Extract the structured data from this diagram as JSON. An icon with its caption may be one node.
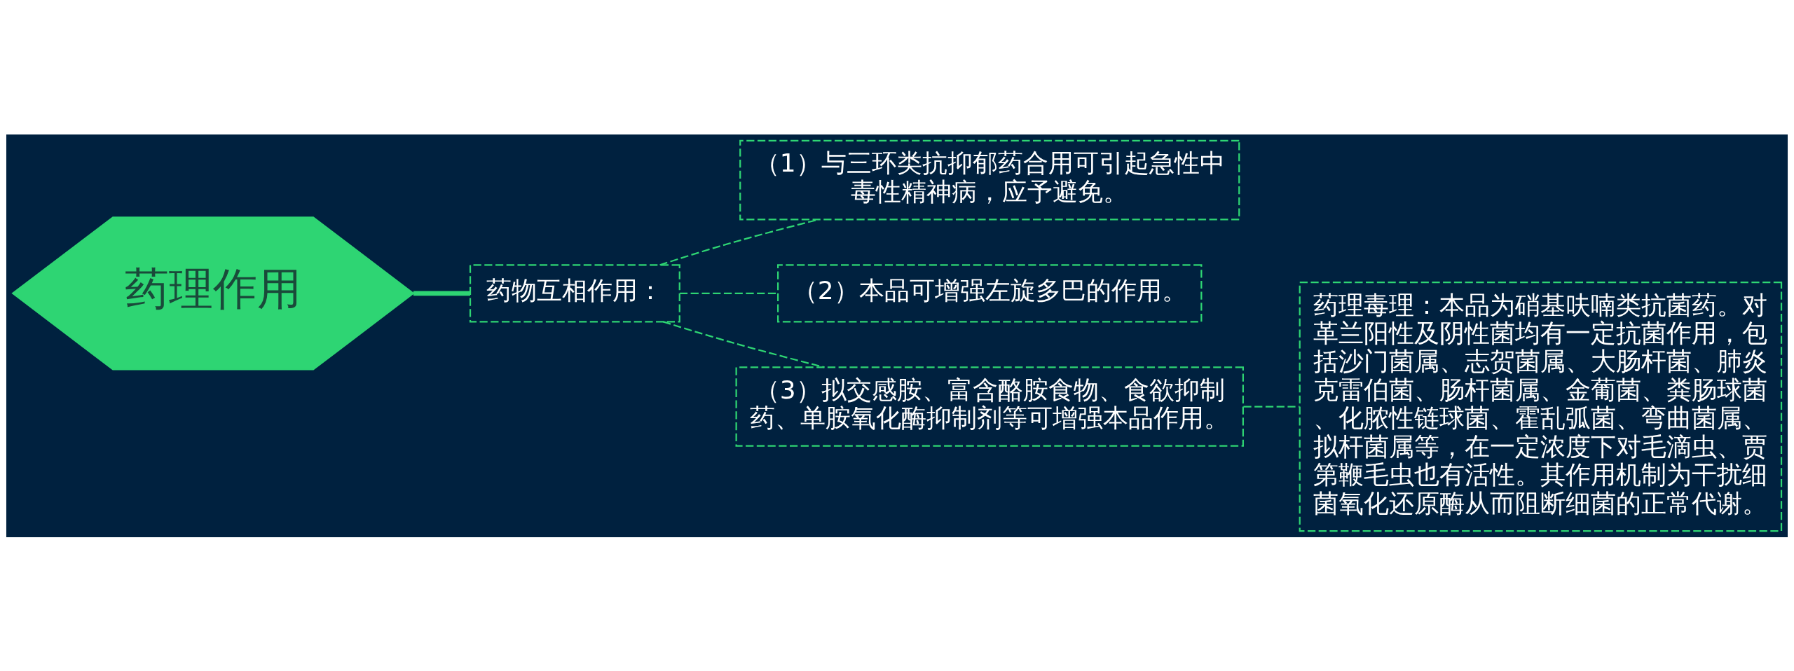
{
  "diagram": {
    "nodes": [
      {
        "text": [
          "药理作用"
        ]
      },
      {
        "text": [
          "药物互相作用："
        ]
      },
      {
        "text": [
          "（1）与三环类抗抑郁药合用可引起急性中毒性精神病，应予避免。"
        ]
      },
      {
        "text": [
          "（2）本品可增强左旋多巴的作用。"
        ]
      },
      {
        "text": [
          "（3）拟交感胺、富含酪胺食物、食欲抑制药、单胺氧化酶抑制剂等可增强本品作用。"
        ]
      },
      {
        "text": [
          "药理毒理：本品为硝基呋喃类抗菌药。对革兰阳性及阴性菌均有一定抗菌作用，包括沙门菌属、志贺菌属、大肠杆菌、肺炎克雷伯菌、肠杆菌属、金葡菌、粪肠球菌、化脓性链球菌、霍乱弧菌、弯曲菌属、拟杆菌属等，在一定浓度下对毛滴虫、贾第鞭毛虫也有活性。其作用机制为干扰细菌氧化还原酶从而阻断细菌的正常代谢。"
        ]
      }
    ],
    "edges": [
      {
        "from": 0,
        "to": 1,
        "arrow": "none",
        "style": "thick"
      },
      {
        "from": 1,
        "to": 2,
        "arrow": "none",
        "style": "dashed"
      },
      {
        "from": 1,
        "to": 3,
        "arrow": "none",
        "style": "dashed"
      },
      {
        "from": 1,
        "to": 4,
        "arrow": "none",
        "style": "dashed"
      },
      {
        "from": 4,
        "to": 5,
        "arrow": "none",
        "style": "dashed"
      }
    ]
  }
}
